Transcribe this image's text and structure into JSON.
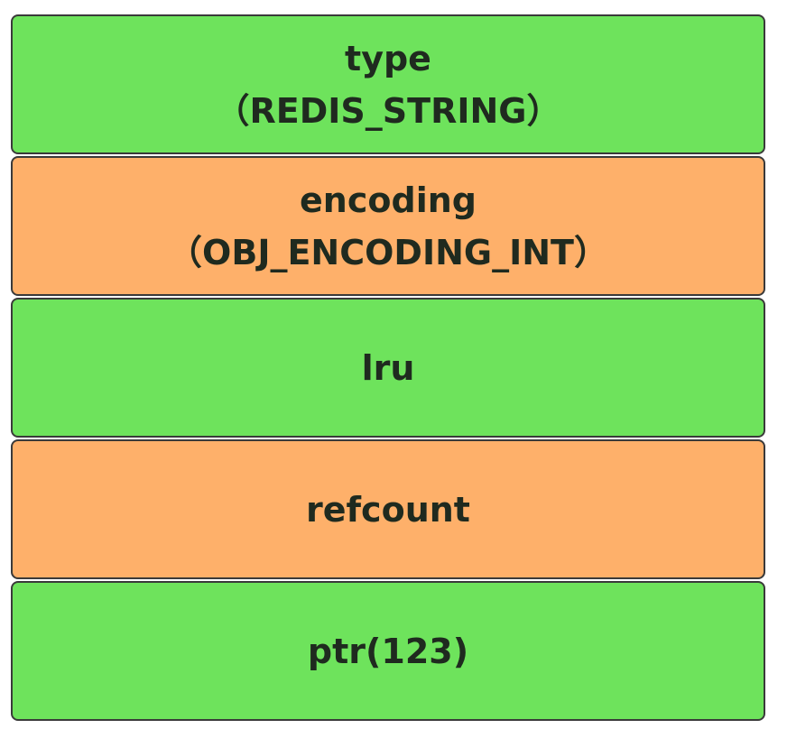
{
  "colors": {
    "green": "#6ee35c",
    "orange": "#feb06a",
    "border": "#3a3a3a"
  },
  "fields": [
    {
      "name": "type",
      "detail": "（REDIS_STRING）",
      "color": "green"
    },
    {
      "name": "encoding",
      "detail": "（OBJ_ENCODING_INT）",
      "color": "orange"
    },
    {
      "name": "lru",
      "detail": "",
      "color": "green"
    },
    {
      "name": "refcount",
      "detail": "",
      "color": "orange"
    },
    {
      "name": "ptr(123)",
      "detail": "",
      "color": "green"
    }
  ]
}
